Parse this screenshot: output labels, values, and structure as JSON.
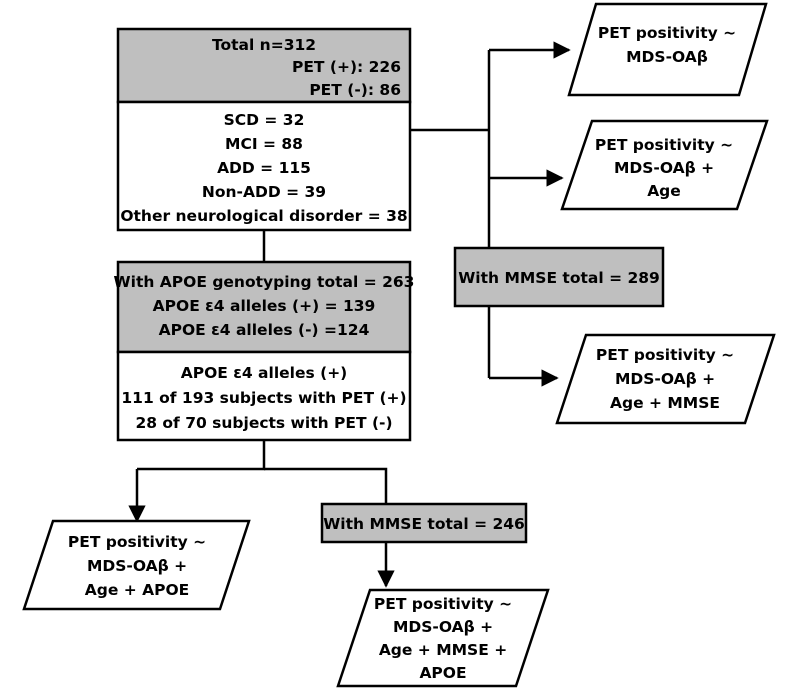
{
  "total_box": {
    "title": "Total n=312",
    "pet_pos": "PET (+): 226",
    "pet_neg": "PET (-): 86"
  },
  "diagnosis_box": {
    "lines": [
      "SCD = 32",
      "MCI = 88",
      "ADD = 115",
      "Non-ADD = 39",
      "Other neurological disorder = 38"
    ]
  },
  "apoe_box": {
    "lines": [
      "With APOE genotyping total = 263",
      "APOE ε4 alleles (+) = 139",
      "APOE ε4 alleles (-) =124"
    ]
  },
  "apoe_detail_box": {
    "lines": [
      "APOE ε4 alleles (+)",
      "111 of 193 subjects with PET (+)",
      "28 of 70 subjects with PET (-)"
    ]
  },
  "mmse_right_box": {
    "label": "With MMSE total = 289"
  },
  "mmse_bottom_box": {
    "label": "With MMSE total = 246"
  },
  "models": {
    "m1": [
      "PET positivity ~",
      "MDS-OAβ"
    ],
    "m2": [
      "PET positivity ~",
      "MDS-OAβ +",
      "Age"
    ],
    "m3": [
      "PET positivity ~",
      "MDS-OAβ +",
      "Age + MMSE"
    ],
    "m4": [
      "PET positivity ~",
      "MDS-OAβ +",
      "Age + APOE"
    ],
    "m5": [
      "PET positivity ~",
      "MDS-OAβ +",
      "Age + MMSE +",
      "APOE"
    ]
  }
}
